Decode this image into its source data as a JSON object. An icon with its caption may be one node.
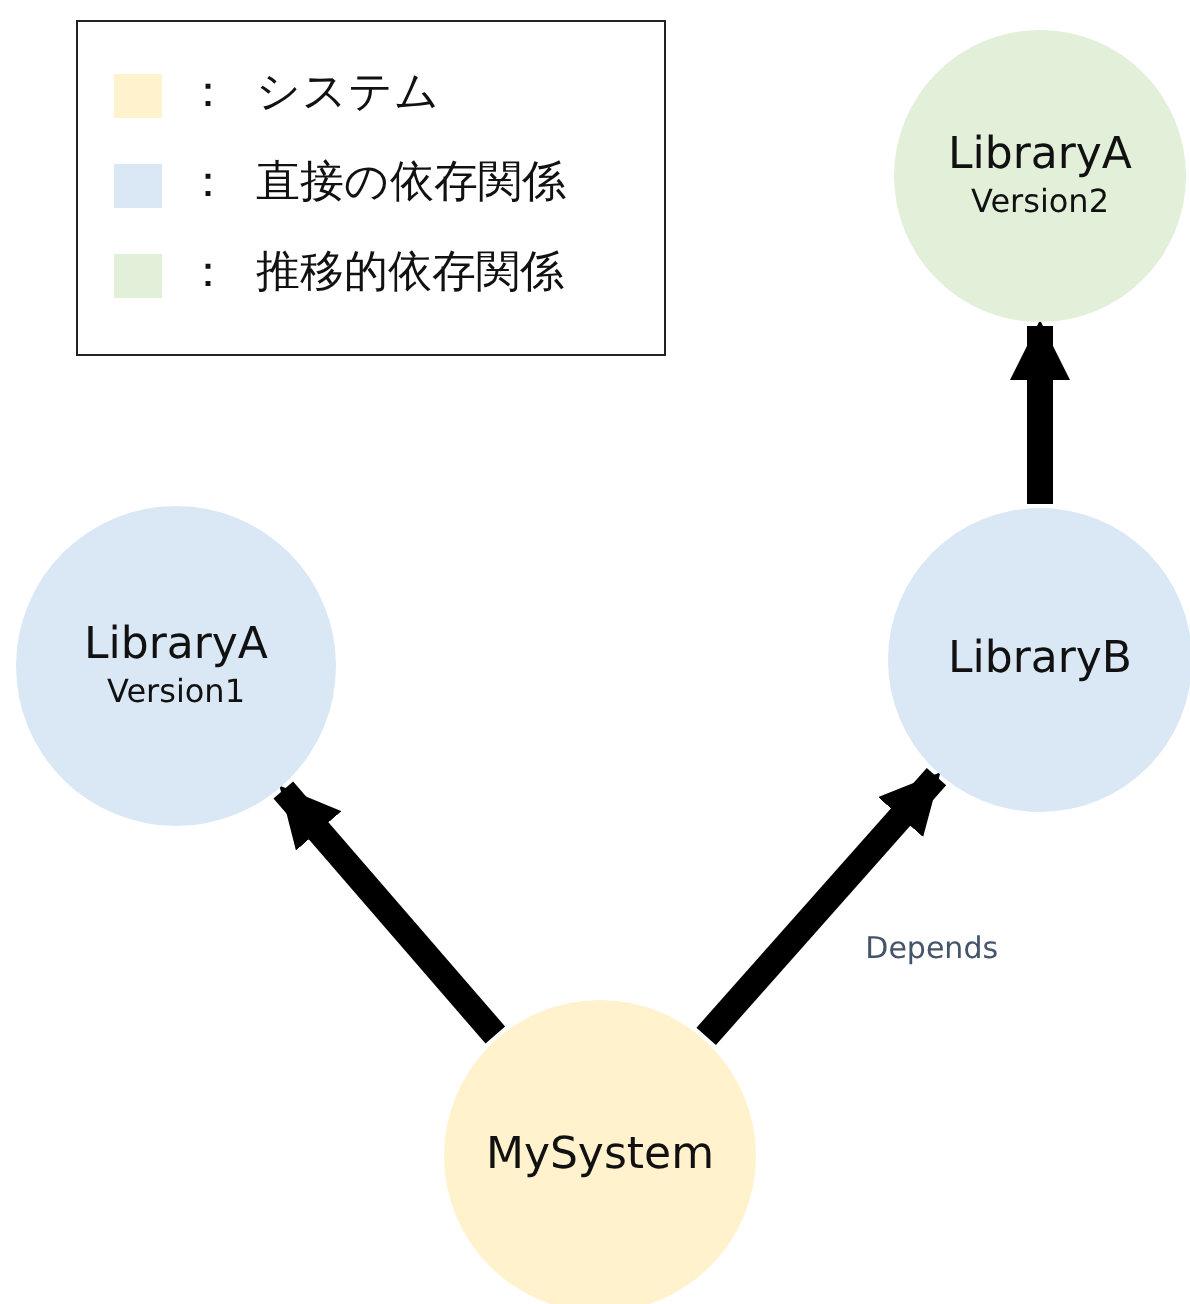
{
  "diagram": {
    "nodes": [
      {
        "text": [
          "LibraryA",
          "Version2"
        ]
      },
      {
        "text": [
          "LibraryA",
          "Version1"
        ]
      },
      {
        "text": [
          "LibraryB"
        ]
      },
      {
        "text": [
          "MySystem"
        ]
      }
    ],
    "edges": [
      {
        "from": 3,
        "to": 1,
        "arrow": "to"
      },
      {
        "from": 3,
        "to": 2,
        "arrow": "to",
        "label": "Depends"
      },
      {
        "from": 2,
        "to": 0,
        "arrow": "to"
      }
    ],
    "labels": [
      "：",
      "：",
      "："
    ],
    "legend": [
      {
        "text": "システム",
        "color": "#fff2cc"
      },
      {
        "text": "直接の依存関係",
        "color": "#dae8f5"
      },
      {
        "text": "推移的依存関係",
        "color": "#e2efd9"
      }
    ]
  }
}
